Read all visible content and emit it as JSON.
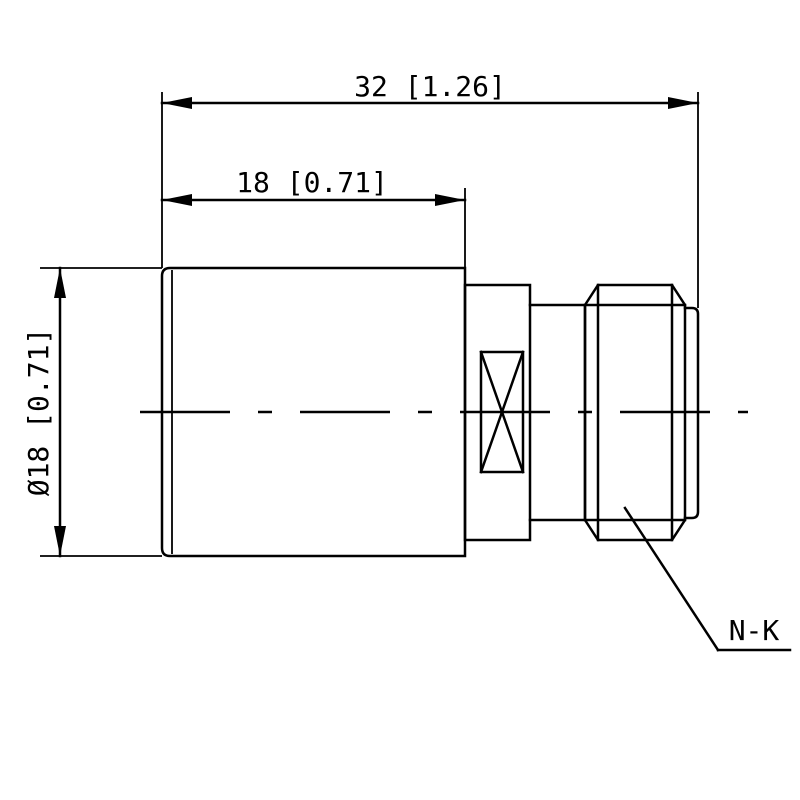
{
  "dimensions": {
    "overall_length": "32 [1.26]",
    "body_length": "18 [0.71]",
    "body_diameter": "Ø18 [0.71]"
  },
  "callout": {
    "connector_type": "N-K"
  }
}
